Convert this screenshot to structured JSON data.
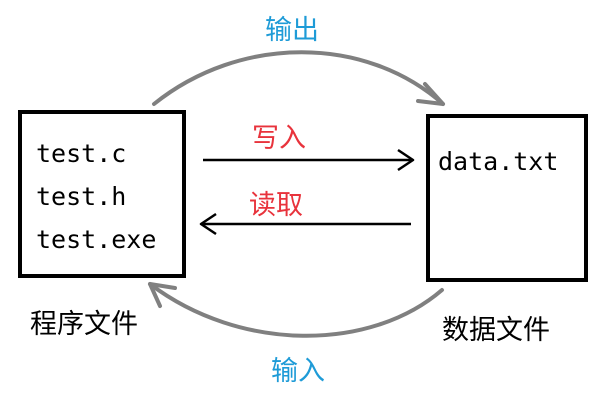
{
  "diagram": {
    "program_box": {
      "files": [
        "test.c",
        "test.h",
        "test.exe"
      ],
      "caption": "程序文件"
    },
    "data_box": {
      "file": "data.txt",
      "caption": "数据文件"
    },
    "arrows": {
      "output_label": "输出",
      "write_label": "写入",
      "read_label": "读取",
      "input_label": "输入"
    },
    "colors": {
      "curve_arrow": "#808080",
      "straight_arrow": "#000000",
      "output_input_label": "#1e9bd7",
      "write_read_label": "#e8333c",
      "box_border": "#000000"
    }
  }
}
